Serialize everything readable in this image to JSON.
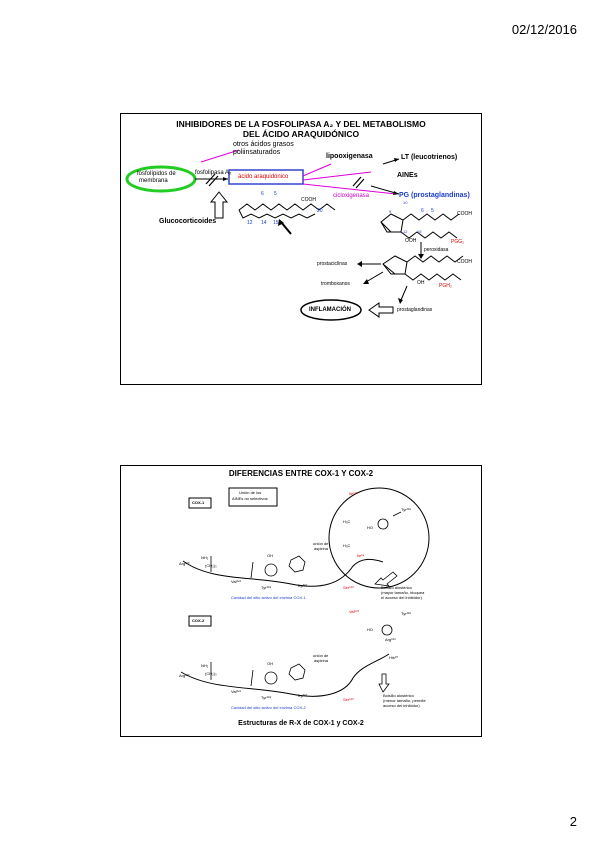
{
  "page": {
    "date": "02/12/2016",
    "page_number": "2"
  },
  "slide1": {
    "title_line1": "INHIBIDORES DE LA FOSFOLIPASA A₂ Y DEL METABOLISMO",
    "title_line2": "DEL ÁCIDO ARAQUIDÓNICO",
    "otros_acidos": "otros ácidos grasos",
    "poliinsaturados": "poliinsaturados",
    "fosfolipidos_line1": "fosfolípidos de",
    "fosfolipidos_line2": "membrana",
    "fosfolipasa": "fosfolipasa A₂",
    "acido_araquidonico": "ácido araquidónico",
    "lipooxigenasa": "lipooxigenasa",
    "lt": "LT (leucotrienos)",
    "aines": "AINEs",
    "cicloxigenasa": "cicloxigenasa",
    "pg": "PG (prostaglandinas)",
    "glucocorticoides": "Glucocorticoides",
    "cooh": "COOH",
    "n6": "6",
    "n5": "5",
    "n20": "20",
    "n12": "12",
    "n14": "14",
    "n15": "15",
    "n10": "10",
    "n9": "9",
    "peroxidasa": "peroxidasa",
    "ooh": "OOH",
    "pgg2": "PGG₂",
    "prostaciclinas": "prostaciclinas",
    "tromboxanos": "tromboxanos",
    "oh": "OH",
    "pgh2": "PGH₂",
    "inflamacion": "INFLAMACIÓN",
    "prostaglandinas": "prostaglandinas"
  },
  "slide2": {
    "title": "DIFERENCIAS ENTRE COX-1 Y COX-2",
    "cox1": "COX-1",
    "cox2": "COX-2",
    "union_line1": "Unión de los",
    "union_line2": "AINEs no selectivos",
    "union_aspirina_1": "unión de",
    "union_aspirina_2": "aspirina",
    "arg1": "Arg¹²⁰",
    "val1": "Val³⁴⁹",
    "tyr1": "Tyr³⁸⁵",
    "trp1": "Trp³⁸⁷",
    "ser1": "Ser⁵³⁰",
    "ile1": "Ile⁵²³",
    "ile2": "Ile‴⁴",
    "tyr355": "Tyr³⁵⁵",
    "cavidad1": "Cavidad del sitio activo del enzima COX-1",
    "cavidad2": "Cavidad del sitio activo del enzima COX-2",
    "bolsillo1_1": "Bolsillo alostérico",
    "bolsillo1_2": "(mayor tamaño, bloquea",
    "bolsillo1_3": "el acceso del inhibidor)",
    "bolsillo2_1": "Bolsillo alostérico",
    "bolsillo2_2": "(menor tamaño, permite",
    "bolsillo2_3": "acceso del inhibidor)",
    "val523": "Val⁵²³",
    "arg513": "Arg⁵¹³",
    "his90": "His⁹⁰",
    "footer": "Estructuras de R-X de COX-1 y COX-2",
    "nh2": "NH₂",
    "ho": "HO",
    "oh": "OH",
    "h3c": "H₃C",
    "ch3": "CH₃",
    "ch2": "(CH₂)₃"
  }
}
